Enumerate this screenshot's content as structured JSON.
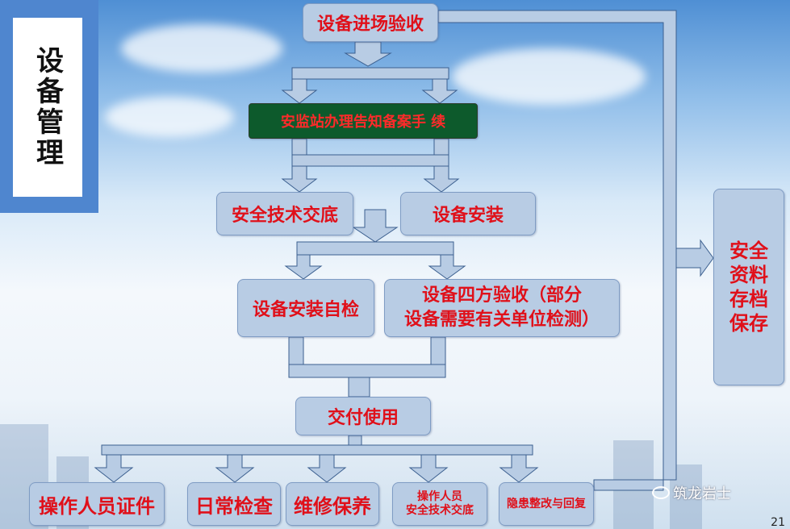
{
  "side_title": "设备管理",
  "nodes": {
    "entry": "设备进场验收",
    "notify": "安监站办理告知备案手 续",
    "briefing": "安全技术交底",
    "install": "设备安装",
    "selfcheck": "设备安装自检",
    "four_party_line1": "设备四方验收（部分",
    "four_party_line2": "设备需要有关单位检测）",
    "deliver": "交付使用",
    "archive": "安全资料存档保存",
    "op_cert": "操作人员证件",
    "daily_check": "日常检查",
    "maintenance": "维修保养",
    "op_brief_line1": "操作人员",
    "op_brief_line2": "安全技术交底",
    "hazard": "隐患整改与回复"
  },
  "watermark": "筑龙岩士",
  "page_number": "21",
  "colors": {
    "box_fill": "#b8cce4",
    "box_text": "#e0101a",
    "green_box": "#0d5a2c",
    "connector": "#b8cce4",
    "side_panel": "#4f86cf"
  }
}
